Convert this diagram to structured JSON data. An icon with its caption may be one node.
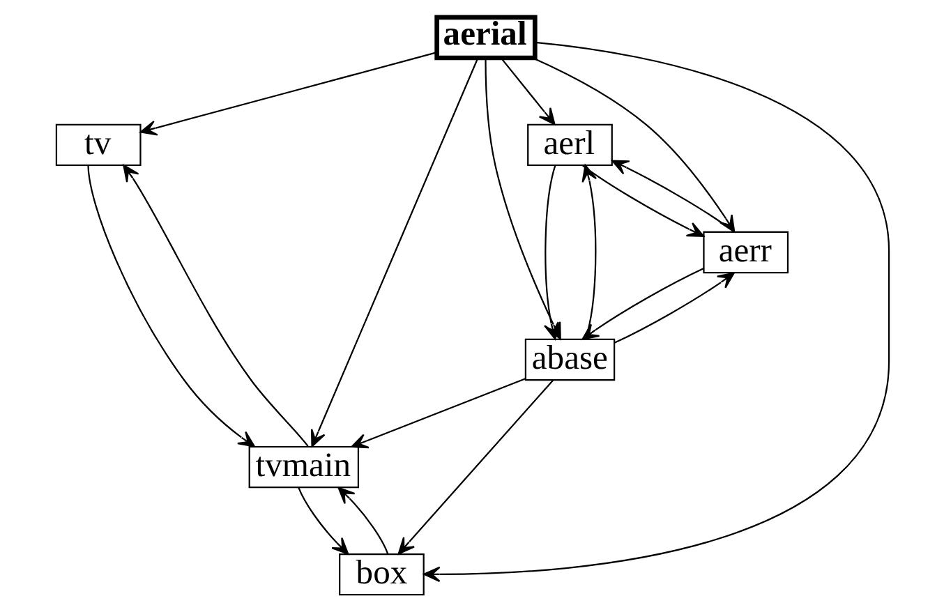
{
  "diagram": {
    "nodes": [
      {
        "text": [
          "tv"
        ]
      },
      {
        "text": [
          "tvmain"
        ]
      },
      {
        "text": [
          "aerial"
        ]
      },
      {
        "text": [
          "box"
        ]
      },
      {
        "text": [
          "aerl"
        ]
      },
      {
        "text": [
          "aerr"
        ]
      },
      {
        "text": [
          "abase"
        ]
      }
    ],
    "edges": [
      {
        "from": 2,
        "to": 0,
        "arrow": "to"
      },
      {
        "from": 2,
        "to": 1,
        "arrow": "to"
      },
      {
        "from": 2,
        "to": 3,
        "arrow": "to"
      },
      {
        "from": 2,
        "to": 4,
        "arrow": "to"
      },
      {
        "from": 2,
        "to": 5,
        "arrow": "to"
      },
      {
        "from": 2,
        "to": 6,
        "arrow": "to"
      },
      {
        "from": 1,
        "to": 0,
        "arrow": "to"
      },
      {
        "from": 0,
        "to": 1,
        "arrow": "to"
      },
      {
        "from": 1,
        "to": 3,
        "arrow": "to"
      },
      {
        "from": 3,
        "to": 1,
        "arrow": "to"
      },
      {
        "from": 4,
        "to": 5,
        "arrow": "to"
      },
      {
        "from": 5,
        "to": 4,
        "arrow": "to"
      },
      {
        "from": 5,
        "to": 6,
        "arrow": "to"
      },
      {
        "from": 6,
        "to": 5,
        "arrow": "to"
      },
      {
        "from": 4,
        "to": 6,
        "arrow": "to"
      },
      {
        "from": 6,
        "to": 4,
        "arrow": "to"
      },
      {
        "from": 6,
        "to": 1,
        "arrow": "to"
      },
      {
        "from": 6,
        "to": 3,
        "arrow": "to"
      }
    ]
  }
}
